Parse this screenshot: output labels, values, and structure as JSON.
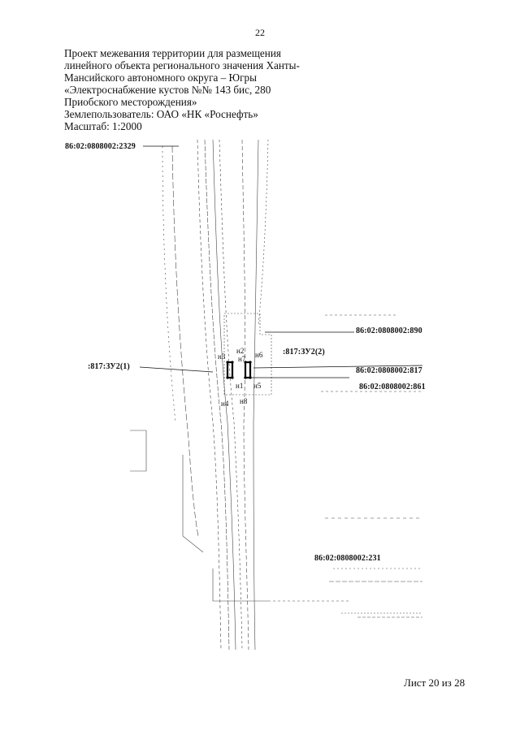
{
  "page_number": "22",
  "header": {
    "lines": [
      "Проект межевания территории для размещения",
      "линейного объекта регионального значения Ханты-",
      "Мансийского автономного округа – Югры",
      "«Электроснабжение кустов №№ 143 бис, 280",
      "Приобского месторождения»",
      "Землепользователь: ОАО «НК «Роснефть»",
      "Масштаб: 1:2000"
    ]
  },
  "map": {
    "parcel_labels": {
      "p2329": "86:02:0808002:2329",
      "p890": "86:02:0808002:890",
      "p817": "86:02:0808002:817",
      "p861": "86:02:0808002:861",
      "p231": "86:02:0808002:231",
      "zu1": ":817:ЗУ2(1)",
      "zu2": ":817:ЗУ2(2)"
    },
    "points": {
      "n1": "н1",
      "n2": "н2",
      "n3": "н3",
      "n4": "н4",
      "n5": "н5",
      "n6": "н6",
      "n7": "н7",
      "n8": "н8"
    },
    "line_color": "#111111"
  },
  "footer": {
    "sheet": "Лист 20 из 28"
  }
}
